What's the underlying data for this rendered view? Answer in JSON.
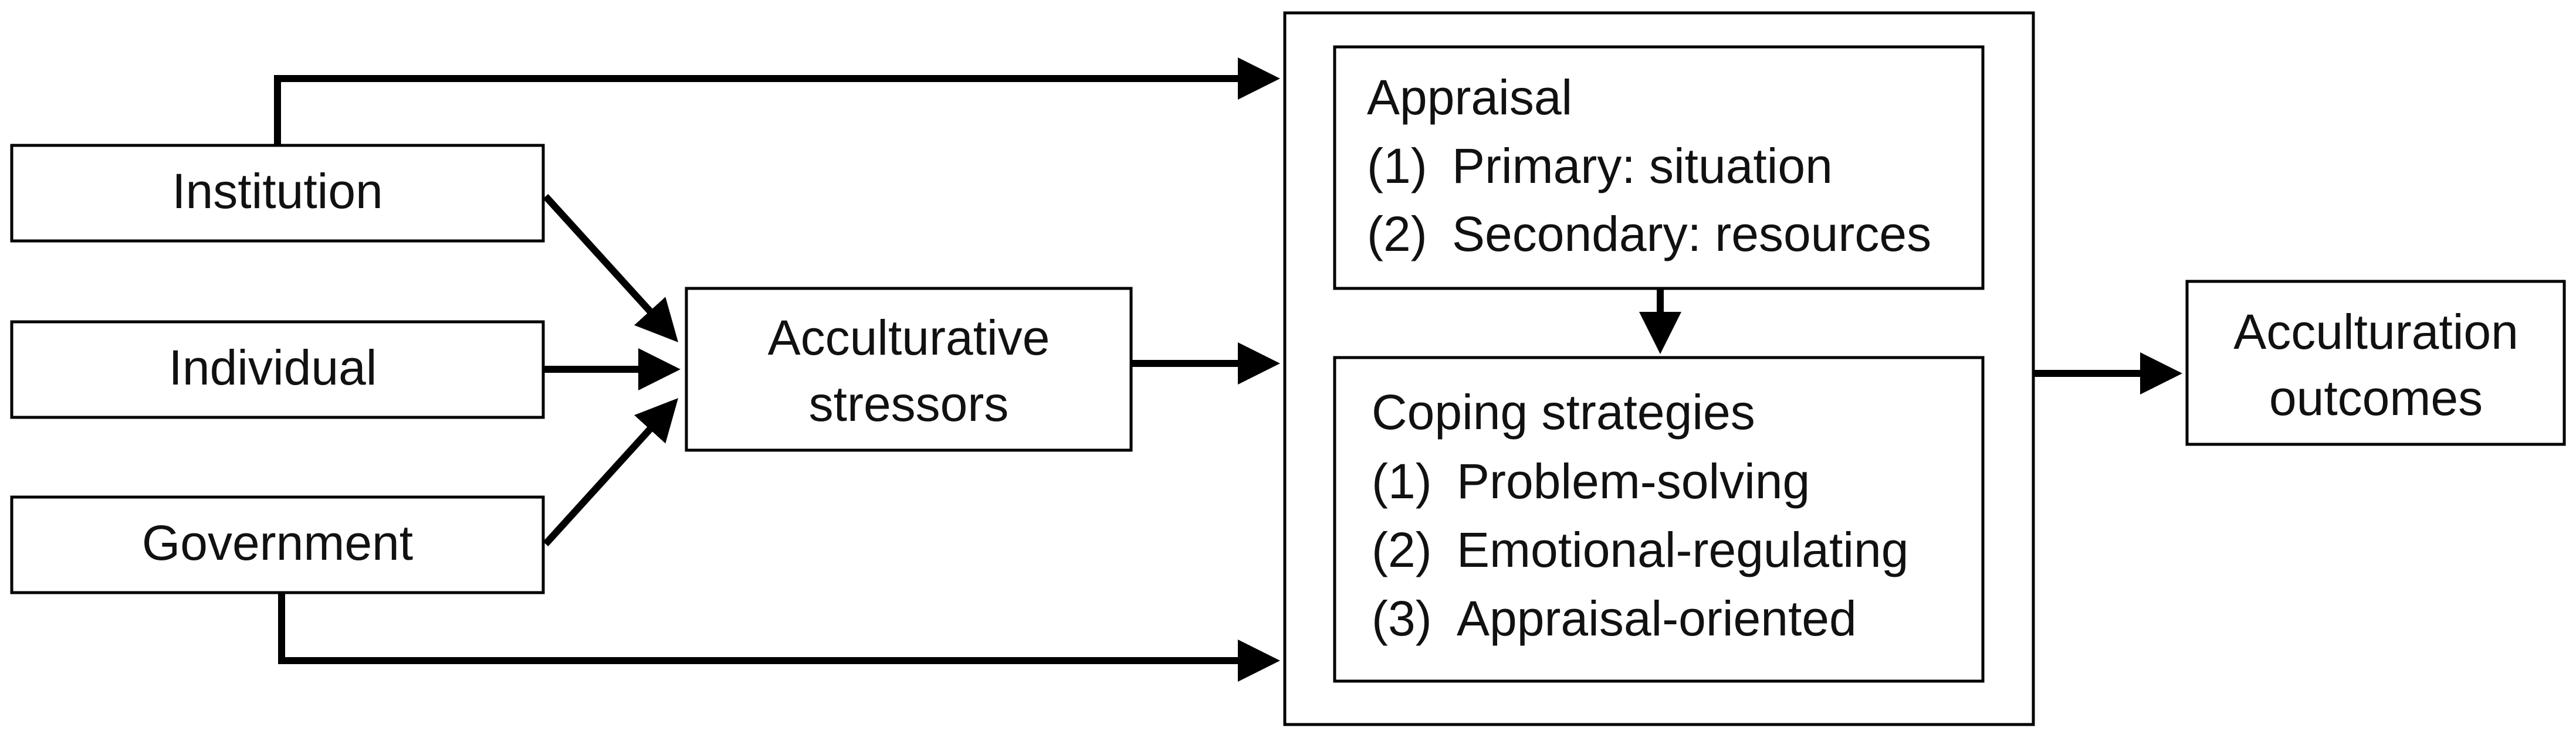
{
  "nodes": {
    "institution": "Institution",
    "individual": "Individual",
    "government": "Government",
    "stressors_line1": "Acculturative",
    "stressors_line2": "stressors",
    "appraisal": {
      "title": "Appraisal",
      "items": [
        {
          "num": "(1)",
          "text": "Primary: situation"
        },
        {
          "num": "(2)",
          "text": "Secondary: resources"
        }
      ]
    },
    "coping": {
      "title": "Coping strategies",
      "items": [
        {
          "num": "(1)",
          "text": "Problem-solving"
        },
        {
          "num": "(2)",
          "text": "Emotional-regulating"
        },
        {
          "num": "(3)",
          "text": "Appraisal-oriented"
        }
      ]
    },
    "outcomes_line1": "Acculturation",
    "outcomes_line2": "outcomes"
  },
  "colors": {
    "stroke": "#000000",
    "text": "#111111",
    "background": "#ffffff"
  }
}
